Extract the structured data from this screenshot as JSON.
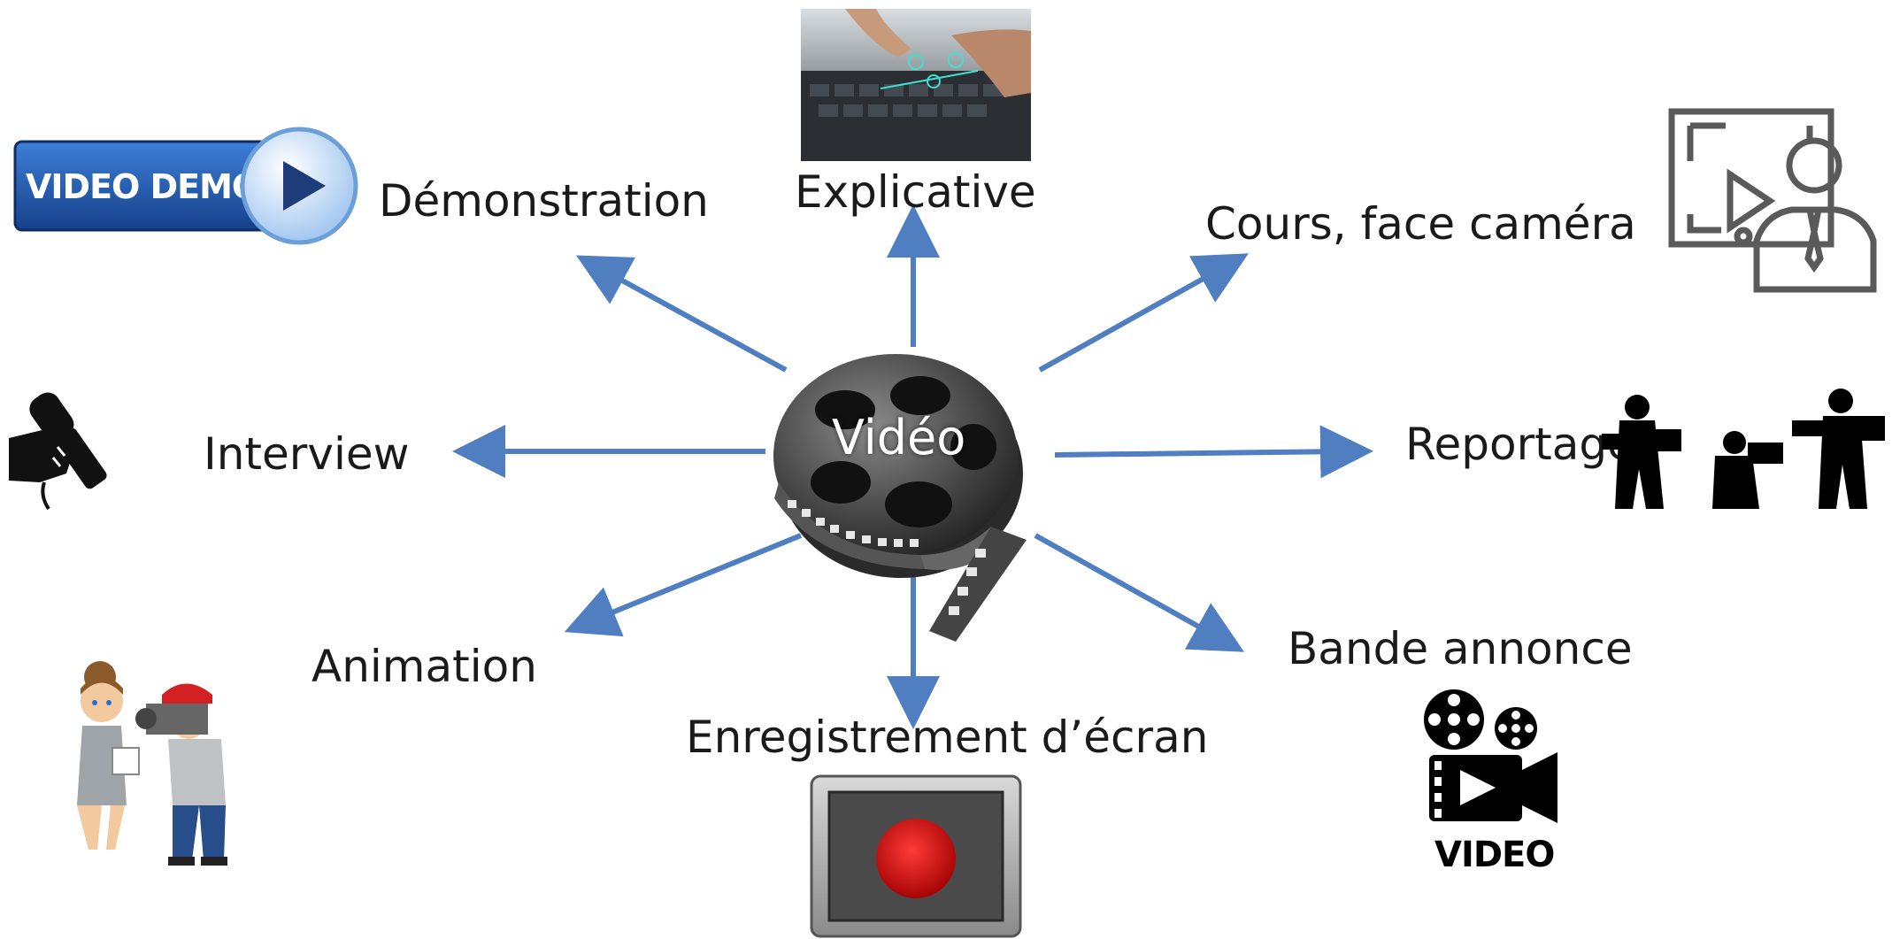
{
  "center": {
    "label": "Vidéo"
  },
  "nodes": {
    "explicative": {
      "label": "Explicative"
    },
    "demonstration": {
      "label": "Démonstration",
      "badge_text": "VIDEO DEMO"
    },
    "cours": {
      "label": "Cours, face caméra"
    },
    "interview": {
      "label": "Interview"
    },
    "reportage": {
      "label": "Reportage"
    },
    "animation": {
      "label": "Animation"
    },
    "enregistrement": {
      "label": "Enregistrement d’écran"
    },
    "bande_annonce": {
      "label": "Bande annonce",
      "badge_text": "VIDEO"
    }
  },
  "colors": {
    "arrow": "#4f7fc0",
    "text": "#1a1a1a",
    "record": "#d11010",
    "demo_blue": "#1f4fa0"
  }
}
